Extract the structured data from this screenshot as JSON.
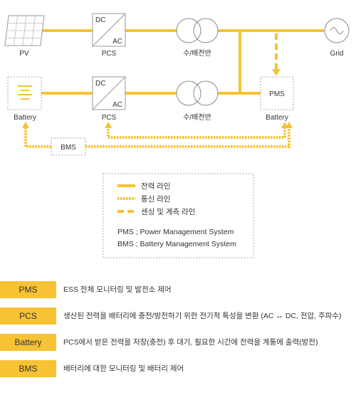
{
  "diagram": {
    "nodes": {
      "pv": "PV",
      "pcs_top": "PCS",
      "pcs_top_dc": "DC",
      "pcs_top_ac": "AC",
      "switchboard_top": "수/배전반",
      "grid": "Grid",
      "battery_left": "Battery",
      "pcs_bottom": "PCS",
      "pcs_bottom_dc": "DC",
      "pcs_bottom_ac": "AC",
      "switchboard_bottom": "수/배전반",
      "pms_box": "PMS",
      "battery_right": "Battery",
      "bms": "BMS"
    },
    "legend": {
      "power_line": "전력 라인",
      "comm_line": "통신 라인",
      "sensing_line": "센싱 및 계측 라인",
      "pms_def": "PMS ; Power Management System",
      "bms_def": "BMS ; Battery Management System"
    },
    "colors": {
      "accent": "#f7c234",
      "line_gray": "#888888",
      "box_border": "#aaaaaa"
    }
  },
  "glossary": [
    {
      "term": "PMS",
      "desc": "ESS 전체 모니터링 및 발전소 제어"
    },
    {
      "term": "PCS",
      "desc": "생산된 전력을 배터리에 충전/방전하기 위한 전기적 특성을 변환 (AC ↔ DC, 전압, 주파수)"
    },
    {
      "term": "Battery",
      "desc": "PCS에서 받은 전력을 저장(충전) 후 대기, 필요한 시간에 전력을 계통에 출력(방전)"
    },
    {
      "term": "BMS",
      "desc": "배터리에 대한 모니터링 및 배터리 제어"
    }
  ]
}
